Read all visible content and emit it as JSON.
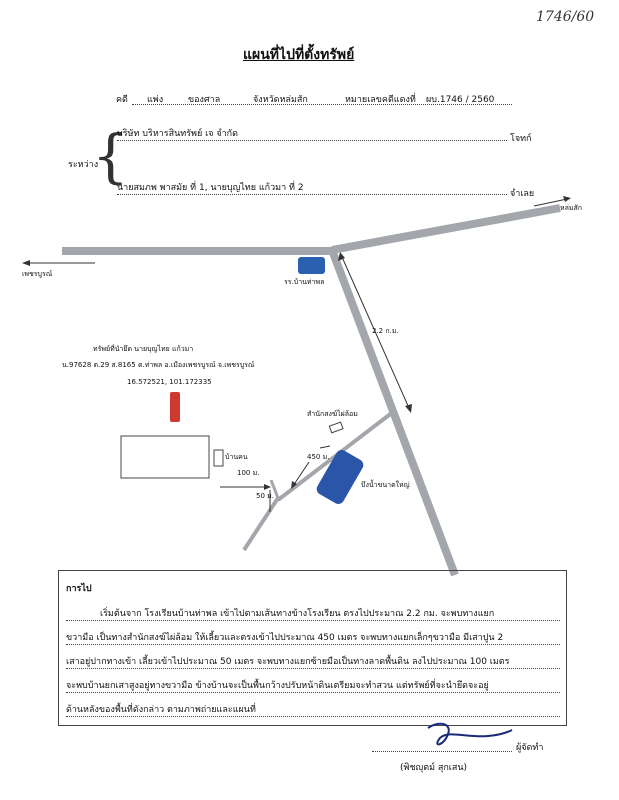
{
  "doc_number": "1746/60",
  "title": "แผนที่ไปที่ตั้งทรัพย์",
  "header": {
    "case_label": "คดี",
    "case_type": "แพ่ง",
    "court_label": "ของศาล",
    "court_name": "จังหวัดหล่มสัก",
    "red_case_label": "หมายเลขคดีแดงที่",
    "red_case_number": "ผบ.1746 / 2560"
  },
  "parties": {
    "between_label": "ระหว่าง",
    "plaintiff": "บริษัท บริหารสินทรัพย์ เจ จำกัด",
    "plaintiff_role": "โจทก์",
    "defendant": "นายสมภพ พาสมัย ที่ 1, นายบุญไทย แก้วมา ที่ 2",
    "defendant_role": "จำเลย"
  },
  "map": {
    "dir_lomsak": "หล่มสัก",
    "dir_phetchabun": "เพชรบูรณ์",
    "school_label": "รร.บ้านท่าพล",
    "distance_main": "2.2 ก.ม.",
    "property_title": "ทรัพย์ที่นำยึด นายบุญไทย แก้วมา",
    "property_location": "น.97628 ต.29 ส.8165 ต.ท่าพล อ.เมืองเพชรบูรณ์ จ.เพชรบูรณ์",
    "coordinates": "16.572521, 101.172335",
    "house_label": "บ้านคน",
    "dist_100": "100 ม.",
    "dist_50": "50 ม.",
    "dist_450": "450 ม.",
    "office_label": "สำนักสงฆ์ไผ่ล้อม",
    "pond_label": "บึงน้ำขนาดใหญ่",
    "colors": {
      "road": "#a3a6ab",
      "school": "#2b5fb0",
      "pond": "#2a55a8",
      "property": "#cf3a2e"
    }
  },
  "directions": {
    "heading": "การไป",
    "lines": [
      "เริ่มต้นจาก โรงเรียนบ้านท่าพล เข้าไปตามเส้นทางข้างโรงเรียน ตรงไปประมาณ 2.2 กม. จะพบทางแยก",
      "ขวามือ เป็นทางสำนักสงฆ์ไผ่ล้อม ให้เลี้ยวและตรงเข้าไปประมาณ 450 เมตร จะพบทางแยกเล็กๆขวามือ มีเสาปูน 2",
      "เสาอยู่ปากทางเข้า เลี้ยวเข้าไปประมาณ 50 เมตร จะพบทางแยกซ้ายมือเป็นทางลาดพื้นดิน ลงไปประมาณ 100 เมตร",
      "จะพบบ้านยกเสาสูงอยู่ทางขวามือ ข้างบ้านจะเป็นพื้นกว้างปรับหน้าดินเตรียมจะทำสวน แต่ทรัพย์ที่จะนำยึดจะอยู่",
      "ด้านหลังของพื้นที่ดังกล่าว ตามภาพถ่ายและแผนที่"
    ]
  },
  "signature": {
    "role": "ผู้จัดทำ",
    "name": "(พิชญุตม์ สุกเสน)"
  }
}
